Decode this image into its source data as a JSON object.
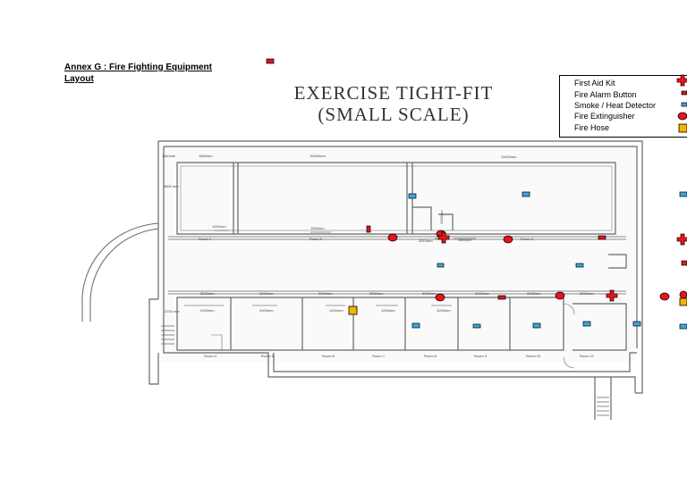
{
  "annex": {
    "line1": "Annex G : Fire Fighting Equipment",
    "line2": "Layout"
  },
  "title": {
    "line1": "EXERCISE TIGHT-FIT",
    "line2": "(SMALL SCALE)"
  },
  "legend": [
    {
      "label": "First Aid Kit",
      "icon": "first-aid-cross",
      "color": "#e8141b"
    },
    {
      "label": "Fire Alarm Button",
      "icon": "alarm-button",
      "color": "#d71920"
    },
    {
      "label": "Smoke / Heat Detector",
      "icon": "detector",
      "color": "#3aa6dc"
    },
    {
      "label": "Fire Extinguisher",
      "icon": "extinguisher",
      "color": "#e8141b"
    },
    {
      "label": "Fire Hose",
      "icon": "hose",
      "color": "#f5b400"
    }
  ],
  "plan": {
    "top_dims": [
      "1160mm",
      "1800mm",
      "10000mm",
      "11000mm"
    ],
    "left_dims": [
      "4800 mm",
      "3700 mm"
    ],
    "upper_rooms": [
      {
        "name": "Room 1",
        "dim": "1000mm"
      },
      {
        "name": "Room 2",
        "dim": "1000mm"
      },
      {
        "name": "Room 3",
        "dim": "1800mm"
      }
    ],
    "corridor_dims": [
      "2510mm",
      "1000mm"
    ],
    "lower_top_dims": [
      "3000mm",
      "3000mm",
      "2000mm",
      "2000mm",
      "3000mm",
      "3000mm",
      "3000mm",
      "3000mm"
    ],
    "lower_mid_dims": [
      "2000mm",
      "2000mm",
      "1200mm",
      "1200mm",
      "1200mm"
    ],
    "lower_rooms": [
      "Room 4",
      "Room 5",
      "Room 6",
      "Room 7",
      "Room 8",
      "Room 9",
      "Room 10",
      "Room 11"
    ]
  }
}
